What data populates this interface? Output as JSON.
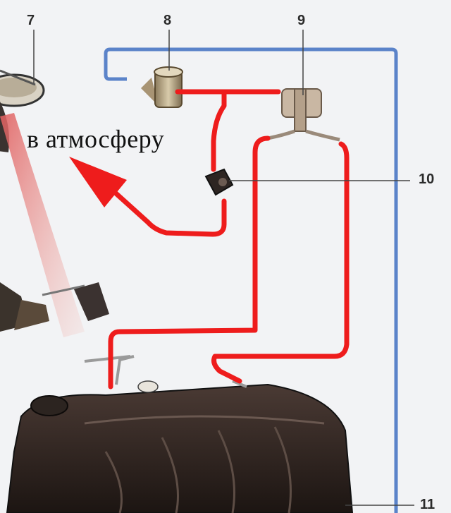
{
  "diagram": {
    "caption": "в атмосферу",
    "callouts": {
      "n7": "7",
      "n8": "8",
      "n9": "9",
      "n10": "10",
      "n11": "11"
    },
    "colors": {
      "vapor_line": "#ee1c1c",
      "blue_line": "#5b83c9",
      "tank": "#2a201c",
      "background": "#f2f3f5"
    }
  }
}
